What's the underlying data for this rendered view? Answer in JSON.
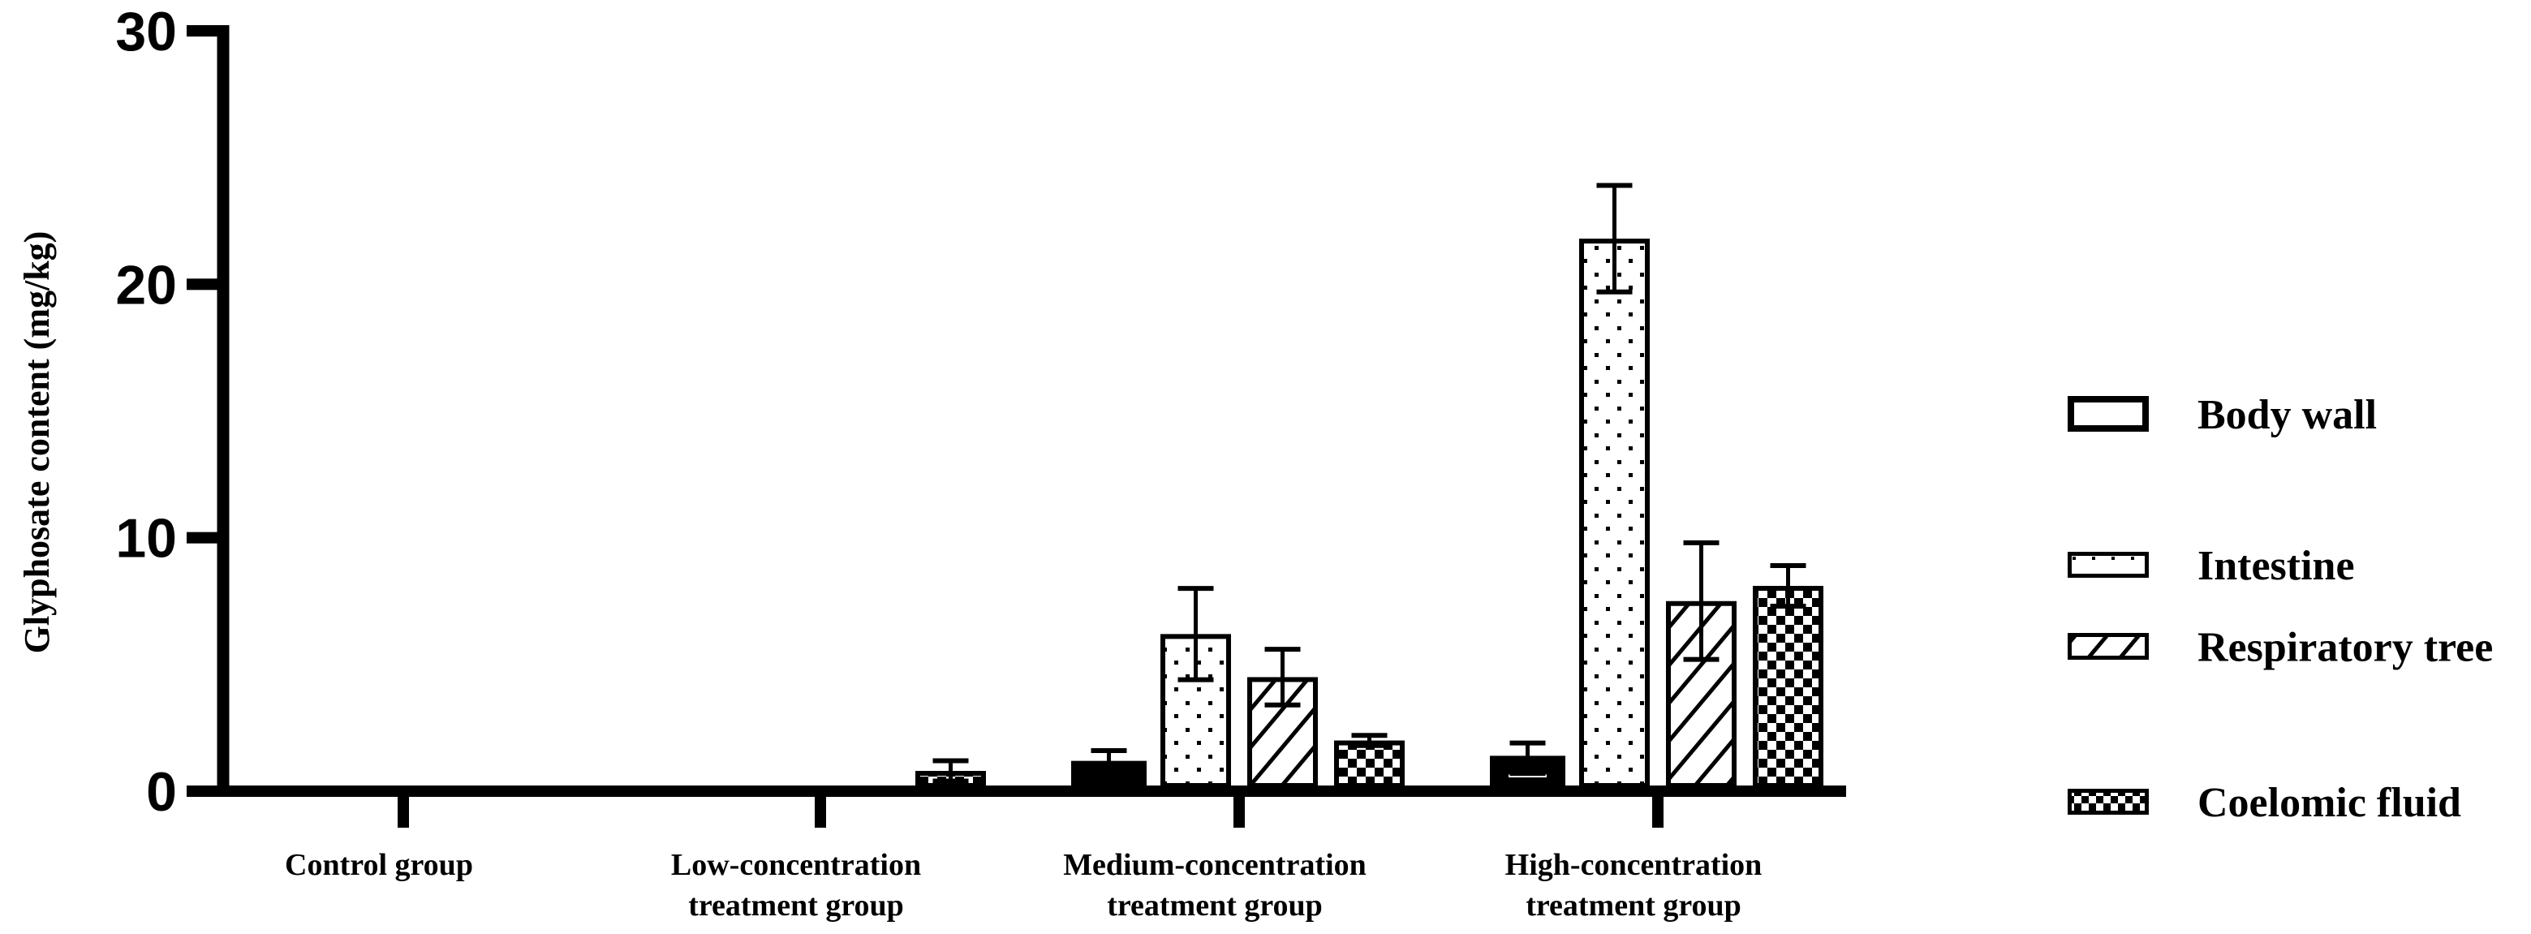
{
  "chart_data": {
    "type": "bar",
    "title": "",
    "xlabel": "",
    "ylabel": "Glyphosate content (mg/kg)",
    "ylim": [
      0,
      30
    ],
    "yticks": [
      0,
      10,
      20,
      30
    ],
    "grid": false,
    "legend_position": "right",
    "categories": [
      [
        "Control group"
      ],
      [
        "Low-concentration",
        "treatment group"
      ],
      [
        "Medium-concentration",
        "treatment group"
      ],
      [
        "High-concentration",
        "treatment group"
      ]
    ],
    "series": [
      {
        "name": "Body wall",
        "pattern": "open",
        "values": [
          0,
          0,
          1.1,
          1.3
        ],
        "errors": [
          0,
          0,
          0.5,
          0.6
        ]
      },
      {
        "name": "Intestine",
        "pattern": "dots",
        "values": [
          0,
          0.05,
          6.2,
          21.8
        ],
        "errors": [
          0,
          0,
          1.8,
          2.1
        ]
      },
      {
        "name": "Respiratory tree",
        "pattern": "hatch",
        "values": [
          0,
          0,
          4.5,
          7.5
        ],
        "errors": [
          0,
          0,
          1.1,
          2.3
        ]
      },
      {
        "name": "Coelomic fluid",
        "pattern": "checker",
        "values": [
          0,
          0.8,
          2.0,
          8.1
        ],
        "errors": [
          0,
          0.4,
          0.2,
          0.8
        ]
      }
    ]
  },
  "colors": {
    "ink": "#000000",
    "background": "#ffffff"
  }
}
